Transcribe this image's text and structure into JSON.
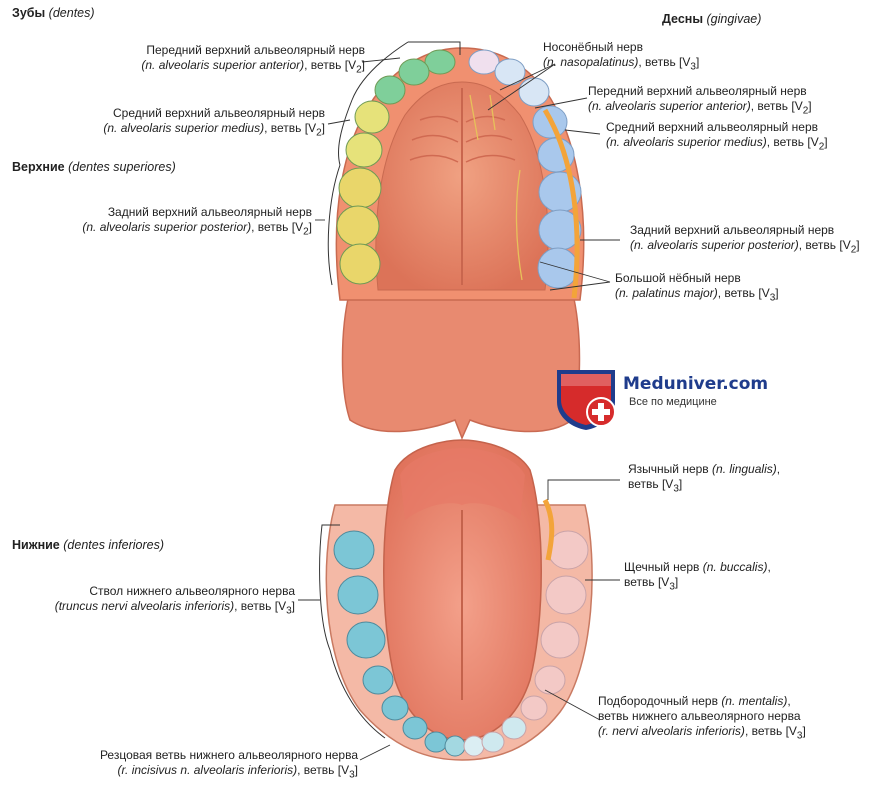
{
  "headings": {
    "teeth": {
      "main": "Зубы",
      "latin": "(dentes)"
    },
    "gums": {
      "main": "Десны",
      "latin": "(gingivae)"
    },
    "upper": {
      "main": "Верхние",
      "latin": "(dentes superiores)"
    },
    "lower": {
      "main": "Нижние",
      "latin": "(dentes inferiores)"
    }
  },
  "labels": {
    "ant_sup_left": {
      "l1": "Передний верхний альвеолярный нерв",
      "l2_it": "(n. alveolaris superior anterior)",
      "l2_rest": ", ветвь [V",
      "sub": "2",
      "end": "]"
    },
    "mid_sup_left": {
      "l1": "Средний верхний альвеолярный нерв",
      "l2_it": "(n. alveolaris superior medius)",
      "l2_rest": ", ветвь [V",
      "sub": "2",
      "end": "]"
    },
    "post_sup_left": {
      "l1": "Задний верхний альвеолярный нерв",
      "l2_it": "(n. alveolaris superior posterior)",
      "l2_rest": ", ветвь [V",
      "sub": "2",
      "end": "]"
    },
    "nasopalatine": {
      "l1": "Носонёбный нерв",
      "l2_it": "(n. nasopalatinus)",
      "l2_rest": ", ветвь [V",
      "sub": "3",
      "end": "]"
    },
    "ant_sup_right": {
      "l1": "Передний верхний альвеолярный нерв",
      "l2_it": "(n. alveolaris superior anterior)",
      "l2_rest": ", ветвь [V",
      "sub": "2",
      "end": "]"
    },
    "mid_sup_right": {
      "l1": "Средний верхний альвеолярный нерв",
      "l2_it": "(n. alveolaris superior medius)",
      "l2_rest": ", ветвь [V",
      "sub": "2",
      "end": "]"
    },
    "post_sup_right": {
      "l1": "Задний верхний альвеолярный нерв",
      "l2_it": "(n. alveolaris superior posterior)",
      "l2_rest": ", ветвь [V",
      "sub": "2",
      "end": "]"
    },
    "greater_palatine": {
      "l1": "Большой нёбный нерв",
      "l2_it": "(n. palatinus major)",
      "l2_rest": ", ветвь [V",
      "sub": "3",
      "end": "]"
    },
    "lingual": {
      "l1_pre": "Язычный нерв ",
      "l1_it": "(n. lingualis)",
      "l1_post": ",",
      "l2": "ветвь [V",
      "sub": "3",
      "end": "]"
    },
    "buccal": {
      "l1_pre": "Щечный нерв ",
      "l1_it": "(n. buccalis)",
      "l1_post": ",",
      "l2": "ветвь [V",
      "sub": "3",
      "end": "]"
    },
    "inf_trunk": {
      "l1": "Ствол нижнего альвеолярного нерва",
      "l2_it": "(truncus nervi alveolaris inferioris)",
      "l2_rest": ", ветвь [V",
      "sub": "3",
      "end": "]"
    },
    "mental": {
      "l1_pre": "Подбородочный нерв ",
      "l1_it": "(n. mentalis)",
      "l1_post": ",",
      "l2": "ветвь нижнего альвеолярного нерва",
      "l3_it": "(r. nervi alveolaris inferioris)",
      "l3_rest": ", ветвь [V",
      "sub": "3",
      "end": "]"
    },
    "incisive": {
      "l1": "Резцовая ветвь нижнего альвеолярного нерва",
      "l2_it": "(r. incisivus n. alveolaris inferioris)",
      "l2_rest": ", ветвь [V",
      "sub": "3",
      "end": "]"
    }
  },
  "logo": {
    "title": "Meduniver.com",
    "subtitle": "Все по медицине"
  },
  "colors": {
    "incisor_green": "#7fcf9a",
    "premolar_yellow": "#e6e27a",
    "molar_yellow": "#e9d66a",
    "upper_right_blue": "#a9c8ec",
    "lower_teal": "#7cc6d6",
    "lower_pink": "#f3c9c6",
    "palate": "#e98a6b",
    "tongue": "#ee8c72",
    "gum_orange": "#f3a43a"
  }
}
